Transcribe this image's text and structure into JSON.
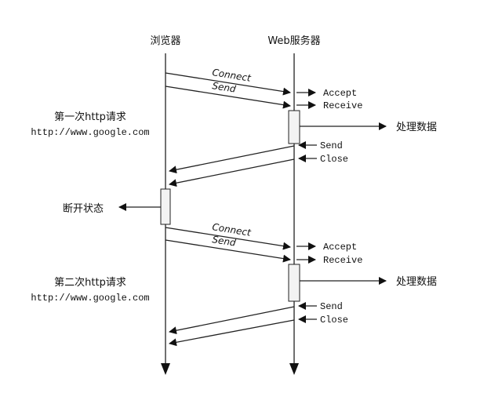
{
  "participants": {
    "browser": "浏览器",
    "server": "Web服务器"
  },
  "request1": {
    "title": "第一次http请求",
    "url": "http://www.google.com"
  },
  "request2": {
    "title": "第二次http请求",
    "url": "http://www.google.com"
  },
  "messages": {
    "connect": "Connect",
    "send": "Send",
    "accept": "Accept",
    "receive": "Receive",
    "process": "处理数据",
    "reply_send": "Send",
    "close": "Close",
    "disconnect": "断开状态"
  }
}
